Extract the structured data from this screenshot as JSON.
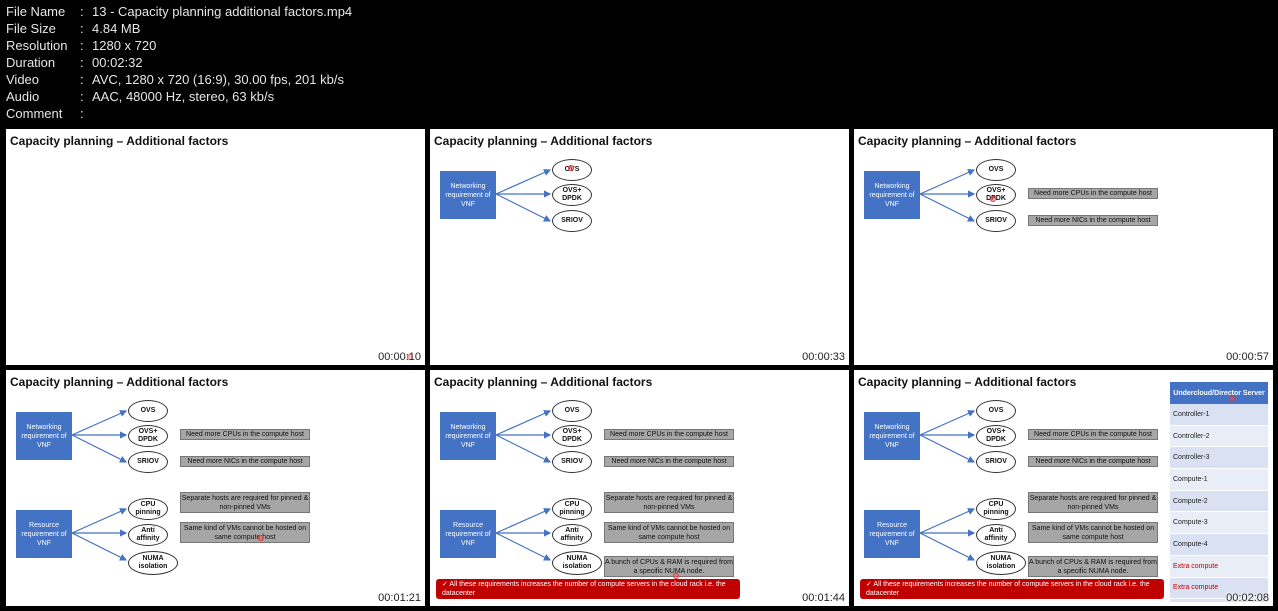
{
  "metadata": [
    {
      "label": "File Name",
      "value": "13 - Capacity planning additional factors.mp4"
    },
    {
      "label": "File Size",
      "value": "4.84 MB"
    },
    {
      "label": "Resolution",
      "value": "1280 x 720"
    },
    {
      "label": "Duration",
      "value": "00:02:32"
    },
    {
      "label": "Video",
      "value": "AVC, 1280 x 720 (16:9), 30.00 fps, 201 kb/s"
    },
    {
      "label": "Audio",
      "value": "AAC, 48000 Hz, stereo, 63 kb/s"
    },
    {
      "label": "Comment",
      "value": ""
    }
  ],
  "separator": ":",
  "slide": {
    "title": "Capacity planning – Additional factors",
    "networking": "Networking requirement of VNF",
    "ovs": "OVS",
    "ovs_dpdk": "OVS+ DPDK",
    "sriov": "SRIOV",
    "need_cpus": "Need more CPUs in the compute host",
    "need_nics": "Need more NICs in the compute host",
    "resource": "Resource requirement of VNF",
    "cpu_pinning": "CPU pinning",
    "anti_affinity": "Anti affinity",
    "numa": "NUMA isolation",
    "separate_hosts": "Separate hosts are required for pinned & non-pinned VMs",
    "same_kind": "Same kind of VMs cannot be hosted on same compute host",
    "bunch": "A bunch of CPUs & RAM is required from a specific NUMA node.",
    "red_note": "✓  All these requirements increases the number of compute servers in the cloud rack i.e. the datacenter",
    "server_head": "Undercloud/Director Server",
    "servers": [
      "Controller-1",
      "Controller-2",
      "Controller-3",
      "Compute-1",
      "Compute-2",
      "Compute-3",
      "Compute-4",
      "Extra compute",
      "Extra compute"
    ]
  },
  "timestamps": [
    "00:00:10",
    "00:00:33",
    "00:00:57",
    "00:01:21",
    "00:01:44",
    "00:02:08"
  ]
}
